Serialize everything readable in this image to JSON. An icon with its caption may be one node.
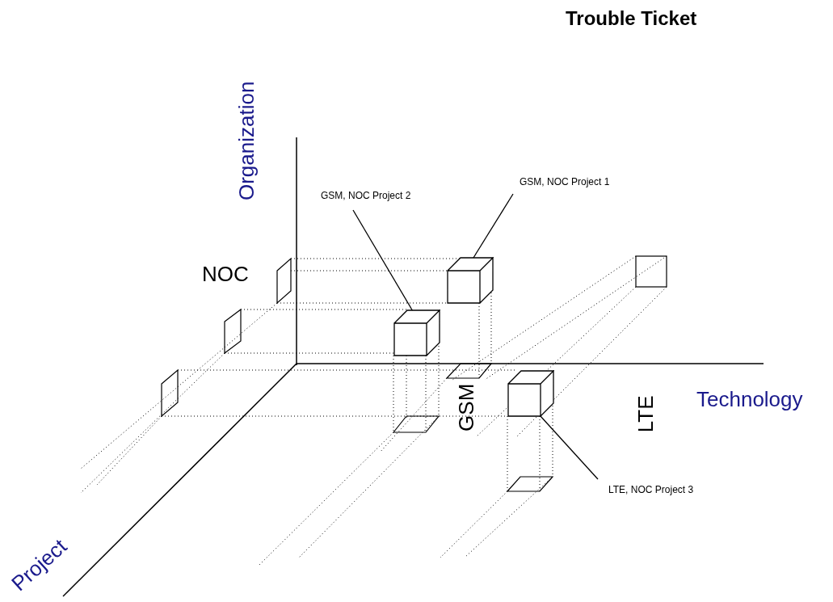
{
  "diagram": {
    "title": "Trouble Ticket",
    "nodes": [
      {
        "text": [
          "GSM, NOC Project 2"
        ]
      },
      {
        "text": [
          "GSM, NOC Project 1"
        ]
      },
      {
        "text": [
          "LTE, NOC Project 3"
        ]
      },
      {
        "text": [],
        "shape": "box"
      },
      {
        "text": [],
        "shape": "box"
      },
      {
        "text": [],
        "shape": "box"
      }
    ],
    "edges": [
      {
        "from": 0,
        "to": 3,
        "arrow": "none"
      },
      {
        "from": 1,
        "to": 4,
        "arrow": "none"
      },
      {
        "from": 2,
        "to": 5,
        "arrow": "none"
      }
    ],
    "labels": [
      "Organization",
      "NOC",
      "GSM",
      "Technology",
      "LTE",
      "Project"
    ]
  }
}
